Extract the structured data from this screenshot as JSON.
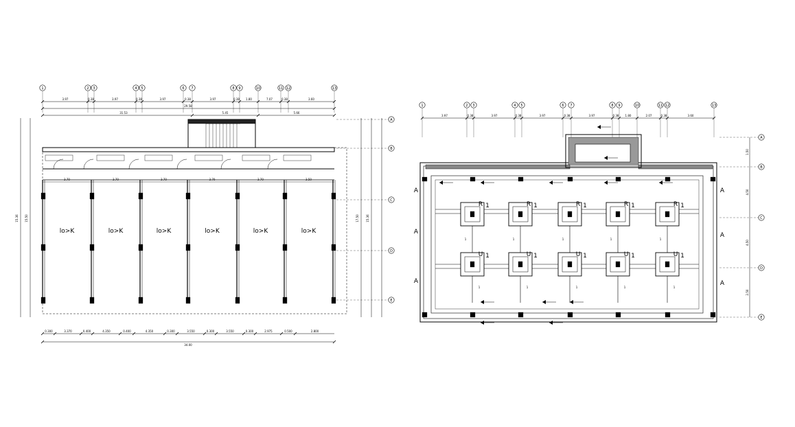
{
  "plan_left": {
    "grid_bubbles": [
      "1",
      "2",
      "3",
      "4",
      "5",
      "6",
      "7",
      "8",
      "9",
      "10",
      "11",
      "12",
      "13"
    ],
    "row_bubbles": [
      "A",
      "B",
      "C",
      "D",
      "E"
    ],
    "top_dims": [
      "3.97",
      "0.38",
      "3.97",
      "0.38",
      "3.97",
      "0.38",
      "3.97",
      "0.38",
      "1.80",
      "7.07",
      "0.38",
      "3.60"
    ],
    "top_total": "29.58",
    "sub_dims": [
      "31.53",
      "5.45",
      "5.66"
    ],
    "side_dims": [
      "3.70",
      "3.70",
      "3.70",
      "3.70",
      "3.70",
      "3.50"
    ],
    "left_total": "15.36",
    "left_sub": "15.50",
    "right_total": "17.50",
    "right_sub": "15.36",
    "bay_labels": [
      "lo>K",
      "lo>K",
      "lo>K",
      "lo>K",
      "lo>K",
      "lo>K"
    ],
    "bottom_dims": [
      "0.300",
      "3.370",
      "0.400",
      "4.350",
      "0.400",
      "4.350",
      "0.300",
      "3.550",
      "0.300",
      "3.550",
      "0.300",
      "2.975",
      "0.500",
      "2.800"
    ],
    "bottom_total": "34.00"
  },
  "plan_right": {
    "grid_bubbles": [
      "1",
      "2",
      "3",
      "4",
      "5",
      "6",
      "7",
      "8",
      "9",
      "10",
      "11",
      "12",
      "13"
    ],
    "row_bubbles": [
      "A",
      "B",
      "C",
      "D",
      "E"
    ],
    "top_dims": [
      "3.97",
      "0.38",
      "3.97",
      "0.38",
      "3.97",
      "0.38",
      "3.97",
      "0.38",
      "1.80",
      "2.07",
      "0.38",
      "3.60"
    ],
    "right_dims": [
      "1.50",
      "4.50",
      "4.50",
      "2.50"
    ],
    "section_marker": "A",
    "footing_marks": [
      "R",
      "1",
      "U",
      "1",
      "R",
      "1",
      "U",
      "1",
      "R",
      "1",
      "U",
      "1",
      "R",
      "1",
      "U",
      "1",
      "R",
      "1",
      "U",
      "1"
    ],
    "tie_marks": [
      "1",
      "1",
      "1",
      "1",
      "1",
      "1",
      "1",
      "1",
      "1",
      "1"
    ]
  }
}
